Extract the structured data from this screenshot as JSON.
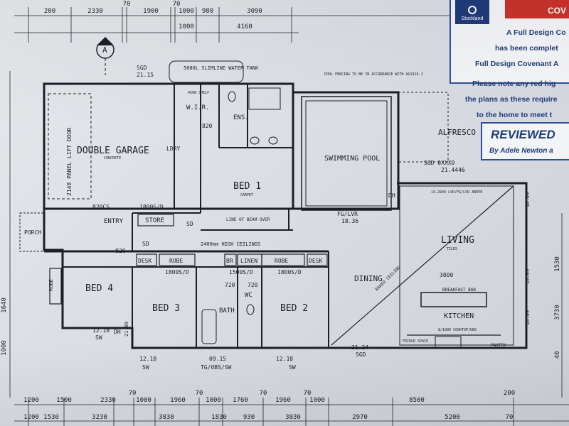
{
  "dims_top": [
    "200",
    "2330",
    "70",
    "1900",
    "70",
    "1000",
    "980",
    "3090",
    "1000",
    "4160"
  ],
  "dims_bottom_1": [
    "1200",
    "1500",
    "2330",
    "70",
    "1000",
    "1960",
    "70",
    "1000",
    "1760",
    "70",
    "1960",
    "70",
    "1000",
    "8500",
    "200"
  ],
  "dims_bottom_2": [
    "1200",
    "1530",
    "3230",
    "3030",
    "1830",
    "930",
    "3030",
    "2970",
    "5200",
    "70"
  ],
  "dims_left": [
    "1640",
    "1000"
  ],
  "dims_right": [
    "1530",
    "3730",
    "40"
  ],
  "rooms": {
    "double_garage": "DOUBLE GARAGE",
    "bed1": "BED 1",
    "bed2": "BED 2",
    "bed3": "BED 3",
    "bed4": "BED 4",
    "living": "LIVING",
    "dining": "DINING",
    "kitchen": "KITCHEN",
    "swimming_pool": "SWIMMING POOL",
    "alfresco": "ALFRESCO",
    "porch": "PORCH",
    "store": "STORE",
    "entry": "ENTRY",
    "wir": "W.I.R.",
    "ens": "ENS.",
    "ldry": "LDRY",
    "bath": "BATH",
    "wc": "WC"
  },
  "labels": {
    "panel_door": "2148 PANEL LIFT DOOR",
    "water_tank": "5000L SLIMLINE WATER TANK",
    "sgd_top": "SGD",
    "sgd_top_val": "21.15",
    "sgd_alf": "SGD 0XXX0",
    "sgd_alf_val": "21.4446",
    "pool_fence": "POOL FENCING TO BE IN ACCORDANCE WITH AS1926.1",
    "ceilings": "2400mm HIGH CEILINGS",
    "beam": "LINE OF BEAM OVER",
    "robe": "ROBE",
    "linen": "LINEN",
    "desk": "DESK",
    "br": "BR",
    "fg_lvr": "FG/LVR",
    "fg_lvr_val": "18.36",
    "tg_obs": "TG/OBS/SW",
    "sgd_bot": "SGD",
    "bot_21": "21.24",
    "raked": "RAKED CEILING",
    "breakfast": "BREAKFAST BAR",
    "pantry": "PANTRY",
    "cooktop": "8/1000 COOKTOP/UBO",
    "fridge": "FRIDGE SPACE",
    "shelf": "450W SHELF",
    "d820cs": "820CS",
    "d1800s": "1800S/D",
    "d1500s": "1500S/D",
    "d820": "820",
    "d720": "720",
    "d1218": "12.18",
    "d0915": "09.15",
    "d2130": "21.09",
    "d1809": "18.09",
    "sw": "SW",
    "dh": "DH",
    "sd": "SD",
    "a_marker": "A",
    "concrete": "CONCRETE",
    "carpet": "CARPET",
    "tiles": "TILES",
    "d3000": "3000",
    "lvr_above": "14.2944 LVR/FG/LVR ABOVE"
  },
  "notice": {
    "brand": "Stockland",
    "badge": "COV",
    "line1": "A Full Design Co",
    "line2": "has been complet",
    "line3": "Full Design Covenant A",
    "line4": "Please note any red hig",
    "line5": "the plans as these require",
    "line6": "to the home to meet t"
  },
  "stamp": {
    "title": "REVIEWED",
    "by": "By Adele Newton a"
  }
}
